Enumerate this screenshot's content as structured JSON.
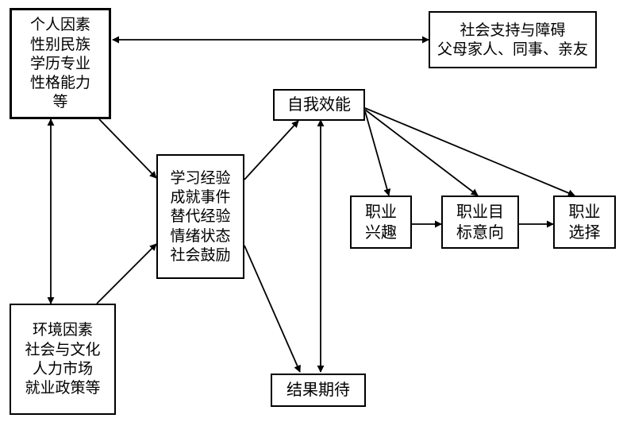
{
  "nodes": {
    "personal": [
      "个人因素",
      "性别民族",
      "学历专业",
      "性格能力",
      "等"
    ],
    "social_support": [
      "社会支持与障碍",
      "父母家人、同事、亲友"
    ],
    "self_efficacy": [
      "自我效能"
    ],
    "learning": [
      "学习经验",
      "成就事件",
      "替代经验",
      "情绪状态",
      "社会鼓励"
    ],
    "interest": [
      "职业",
      "兴趣"
    ],
    "goal": [
      "职业目",
      "标意向"
    ],
    "choice": [
      "职业",
      "选择"
    ],
    "environment": [
      "环境因素",
      "社会与文化",
      "人力市场",
      "就业政策等"
    ],
    "outcome": [
      "结果期待"
    ]
  },
  "colors": {
    "line": "#000000",
    "background": "#ffffff"
  }
}
